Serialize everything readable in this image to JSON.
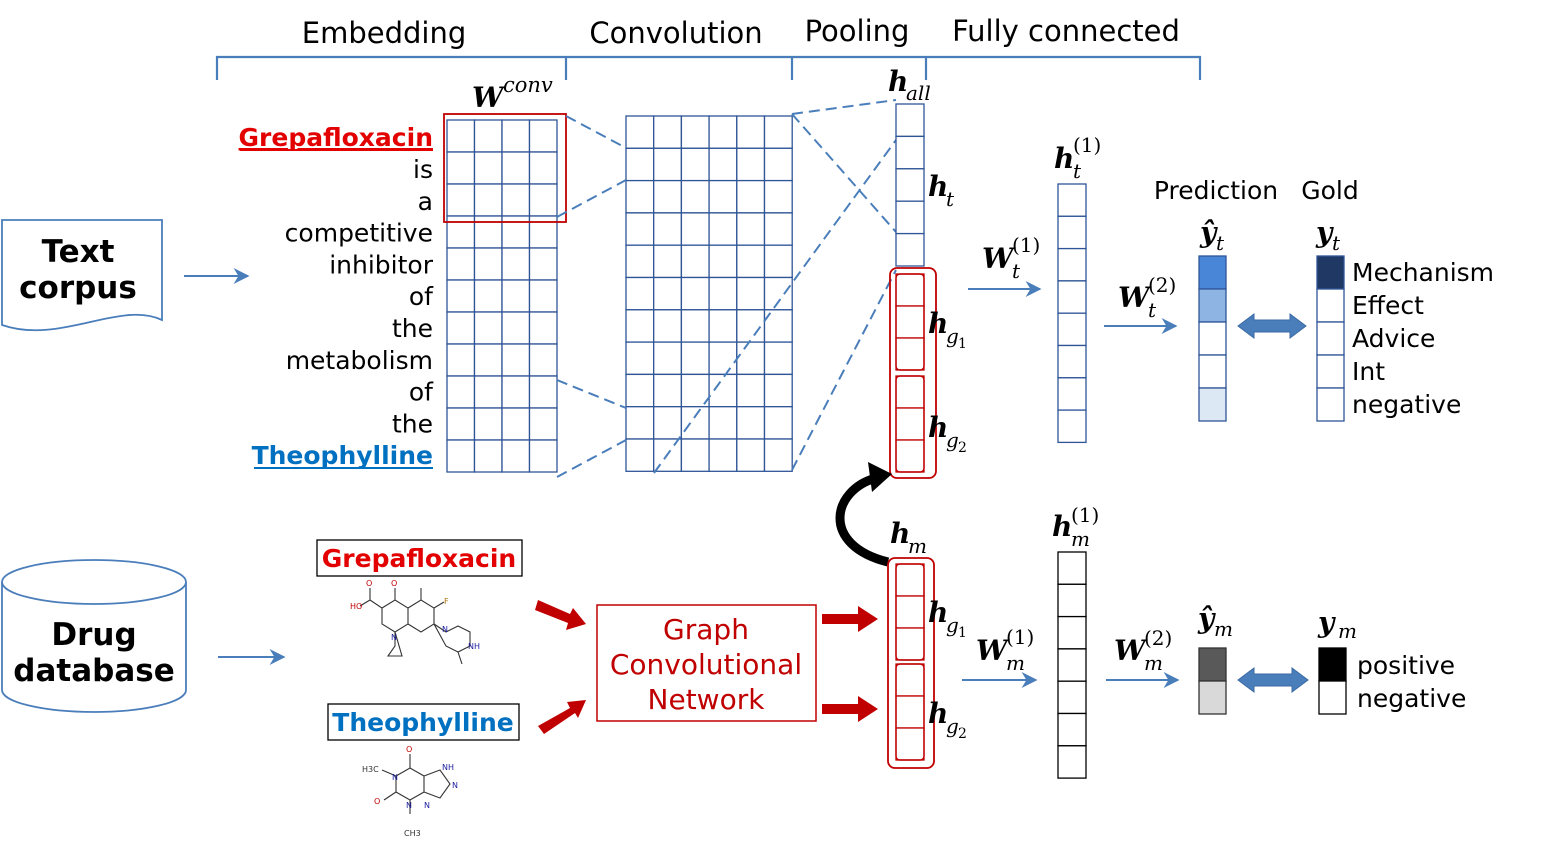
{
  "stages": {
    "embedding": "Embedding",
    "convolution": "Convolution",
    "pooling": "Pooling",
    "fully_connected": "Fully connected"
  },
  "sources": {
    "text_corpus": [
      "Text",
      "corpus"
    ],
    "drug_database": [
      "Drug",
      "database"
    ]
  },
  "sentence": {
    "drug1": "Grepafloxacin",
    "words": [
      "is",
      "a",
      "competitive",
      "inhibitor",
      "of",
      "the",
      "metabolism",
      "of",
      "the"
    ],
    "drug2": "Theophylline"
  },
  "drug_boxes": {
    "drug1": "Grepafloxacin",
    "drug2": "Theophylline"
  },
  "gcn": [
    "Graph",
    "Convolutional",
    "Network"
  ],
  "math": {
    "w_conv": {
      "base": "W",
      "sup": "conv"
    },
    "h_all": {
      "base": "h",
      "sub": "all"
    },
    "h_t": {
      "base": "h",
      "sub": "t"
    },
    "h_g1_top": {
      "base": "h",
      "sub": "g",
      "subsub": "1"
    },
    "h_g2_top": {
      "base": "h",
      "sub": "g",
      "subsub": "2"
    },
    "h_m": {
      "base": "h",
      "sub": "m"
    },
    "h_g1_bot": {
      "base": "h",
      "sub": "g",
      "subsub": "1"
    },
    "h_g2_bot": {
      "base": "h",
      "sub": "g",
      "subsub": "2"
    },
    "h_t1": {
      "base": "h",
      "sub": "t",
      "sup": "(1)"
    },
    "W_t1": {
      "base": "W",
      "sub": "t",
      "sup": "(1)"
    },
    "W_t2": {
      "base": "W",
      "sub": "t",
      "sup": "(2)"
    },
    "h_m1": {
      "base": "h",
      "sub": "m",
      "sup": "(1)"
    },
    "W_m1": {
      "base": "W",
      "sub": "m",
      "sup": "(1)"
    },
    "W_m2": {
      "base": "W",
      "sub": "m",
      "sup": "(2)"
    },
    "yhat_t": {
      "base": "ŷ",
      "sub": "t"
    },
    "y_t": {
      "base": "y",
      "sub": "t"
    },
    "yhat_m": {
      "base": "ŷ",
      "sub": "m"
    },
    "y_m": {
      "base": "y",
      "sub": "m"
    }
  },
  "prediction_label": "Prediction",
  "gold_label": "Gold",
  "text_classes": [
    "Mechanism",
    "Effect",
    "Advice",
    "Int",
    "negative"
  ],
  "mol_classes": [
    "positive",
    "negative"
  ],
  "text_pred_colors": [
    "#4a86d8",
    "#8eb4e3",
    "#ffffff",
    "#ffffff",
    "#dce8f4"
  ],
  "text_gold_colors": [
    "#1f3864",
    "#ffffff",
    "#ffffff",
    "#ffffff",
    "#ffffff"
  ],
  "mol_pred_colors": [
    "#595959",
    "#d9d9d9"
  ],
  "mol_gold_colors": [
    "#000000",
    "#ffffff"
  ],
  "molecules": {
    "grepafloxacin_atoms": [
      "HO",
      "O",
      "O",
      "N",
      "F",
      "N",
      "NH"
    ],
    "theophylline_atoms": [
      "H3C",
      "O",
      "N",
      "NH",
      "N",
      "O",
      "N",
      "N",
      "CH3"
    ]
  },
  "colors": {
    "grid": "#2f5597",
    "bracket": "#4a7ebb",
    "arrow": "#4a7ebb",
    "red": "#c00000",
    "drug_red": "#e30000",
    "drug_blue": "#0070c0"
  }
}
